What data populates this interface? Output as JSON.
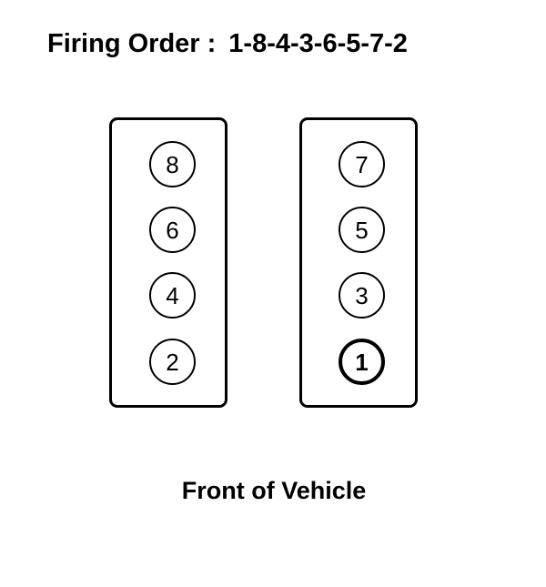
{
  "title": {
    "label": "Firing Order :",
    "order": "1-8-4-3-6-5-7-2"
  },
  "banks": {
    "left": {
      "cylinders": [
        "8",
        "6",
        "4",
        "2"
      ]
    },
    "right": {
      "cylinders": [
        "7",
        "5",
        "3",
        "1"
      ]
    }
  },
  "first_cylinder": "1",
  "footer": {
    "label": "Front of Vehicle"
  }
}
